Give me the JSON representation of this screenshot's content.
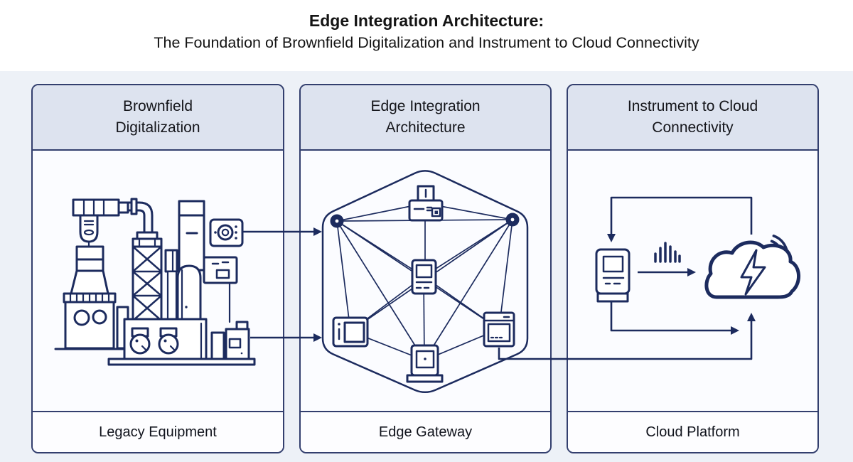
{
  "title": {
    "heading": "Edge Integration Architecture:",
    "subheading": "The Foundation of Brownfield Digitalization and Instrument to Cloud Connectivity"
  },
  "columns": [
    {
      "id": "brownfield-digitalization",
      "header_lines": [
        "Brownfield",
        "Digitalization"
      ],
      "footer": "Legacy Equipment",
      "illustration": "legacy-factory-line-art",
      "icons": [
        "factory-motor-icon",
        "mixing-vessel-icon",
        "pipe-elbow-icon",
        "lattice-tower-icon",
        "furnace-body-icon",
        "chimney-stack-icon",
        "storage-silo-icon",
        "pump-tank-icon",
        "gauge-sensor-icon",
        "control-box-icon",
        "equipment-cabinet-icon",
        "base-platform-icon"
      ]
    },
    {
      "id": "edge-integration-architecture",
      "header_lines": [
        "Edge Integration",
        "Architecture"
      ],
      "footer": "Edge Gateway",
      "illustration": "hexagon-mesh-network",
      "icons": [
        "printer-device-icon",
        "meter-device-icon",
        "tablet-device-icon",
        "kiosk-terminal-icon",
        "browser-window-icon",
        "mesh-node-dot-left",
        "mesh-node-dot-right"
      ]
    },
    {
      "id": "instrument-to-cloud-connectivity",
      "header_lines": [
        "Instrument to Cloud",
        "Connectivity"
      ],
      "footer": "Cloud Platform",
      "illustration": "instrument-cloud-flow",
      "icons": [
        "field-instrument-icon",
        "signal-bars-icon",
        "cloud-lightning-icon",
        "wifi-arcs-icon"
      ]
    }
  ],
  "connections": [
    {
      "from": "gauge-sensor",
      "to": "mesh-node-dot-left",
      "style": "straight-arrow-right"
    },
    {
      "from": "equipment-cabinet",
      "to": "hexagon-mesh",
      "style": "straight-arrow-right"
    },
    {
      "from": "browser-window",
      "to": "cloud-lightning",
      "style": "elbow-arrow-up"
    },
    {
      "from": "field-instrument",
      "to": "cloud-lightning",
      "style": "straight-arrow-right"
    },
    {
      "from": "cloud-lightning",
      "to": "field-instrument",
      "style": "elbow-arrow-down"
    },
    {
      "from": "field-instrument",
      "to": "cloud-lightning",
      "style": "elbow-arrow-right"
    }
  ],
  "colors": {
    "line": "#1c2b5e",
    "panel_border": "#333f6e",
    "header_fill": "#dde3ef",
    "panel_body_fill": "#fbfcff",
    "footer_fill": "#fdfdff",
    "page_background": "#edf1f7",
    "title_text": "#141414"
  }
}
